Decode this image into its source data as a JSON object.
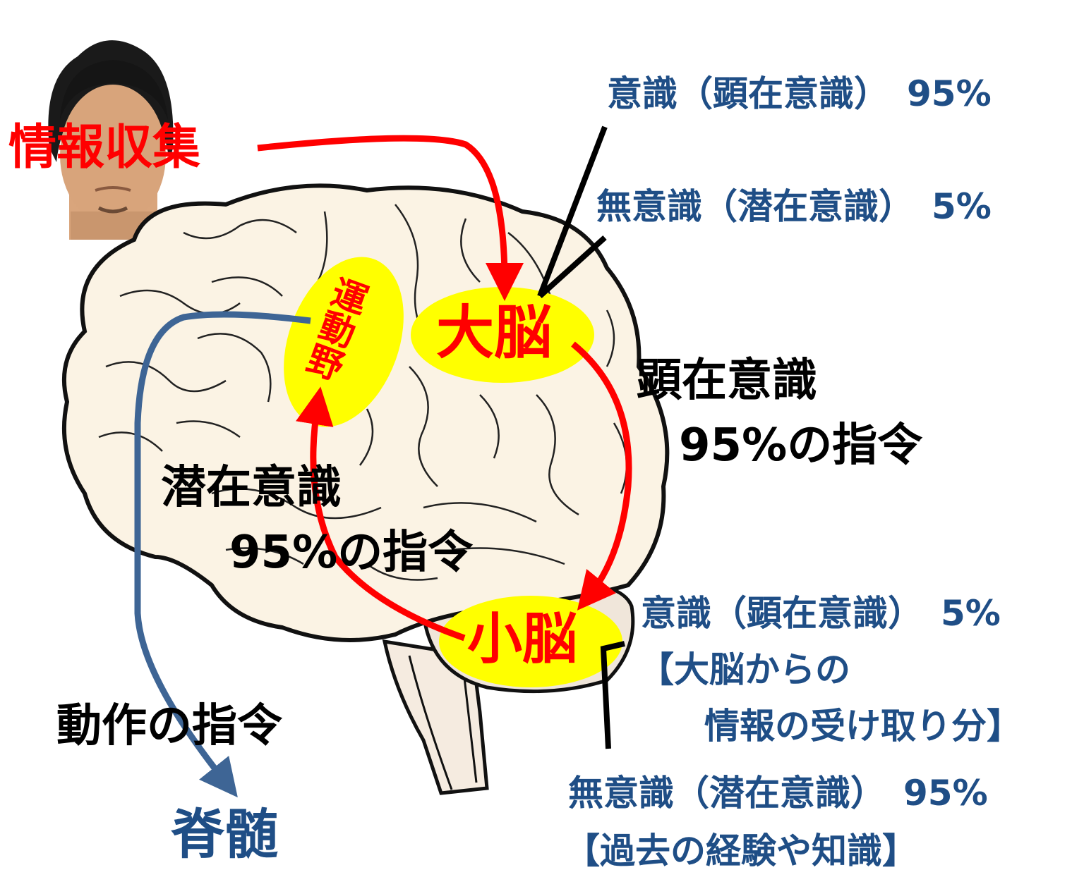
{
  "colors": {
    "red": "#ff0000",
    "blue_text": "#1f4e86",
    "blue_arrow": "#3e6595",
    "yellow": "#ffff00",
    "brain_fill": "#fbf3e4",
    "outline": "#111111",
    "background": "#ffffff"
  },
  "top_left": {
    "photo_alt": "person-photo",
    "info_gathering": "情報収集"
  },
  "regions": {
    "cerebrum": "大脳",
    "cerebellum": "小脳",
    "motor_area": "運動野",
    "spinal_cord": "脊髄"
  },
  "cerebrum_notes": {
    "conscious": "意識（顕在意識）　95%",
    "unconscious": "無意識（潜在意識）　5%"
  },
  "cerebellum_notes": {
    "conscious": "意識（顕在意識）　5%",
    "conscious_detail_1": "【大脳からの",
    "conscious_detail_2": "情報の受け取り分】",
    "unconscious": "無意識（潜在意識）　95%",
    "unconscious_detail": "【過去の経験や知識】"
  },
  "flow_labels": {
    "explicit_title": "顕在意識",
    "explicit_sub": "95%の指令",
    "latent_title": "潜在意識",
    "latent_sub": "95%の指令",
    "motion_command": "動作の指令"
  },
  "arrows": [
    {
      "from": "情報収集",
      "to": "大脳",
      "color": "red"
    },
    {
      "from": "大脳",
      "to": "小脳",
      "color": "red"
    },
    {
      "from": "小脳",
      "to": "運動野",
      "color": "red"
    },
    {
      "from": "運動野",
      "to": "脊髄",
      "color": "blue"
    }
  ]
}
